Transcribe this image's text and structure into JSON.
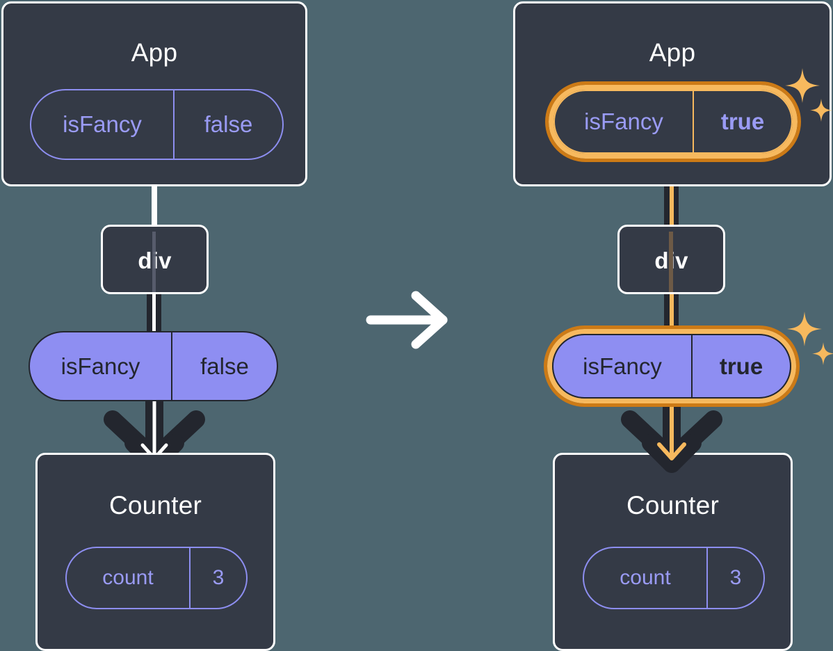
{
  "diagram": {
    "title_semantics": "react-state-propagation-before-after",
    "background_color": "#4d6670",
    "accent_orange": "#f7b95e",
    "accent_orange_dark": "#cc7a16",
    "state_purple": "#8e8ef2",
    "card_bg": "#343a46",
    "transition_arrow": "arrow-right-icon"
  },
  "left": {
    "app": {
      "title": "App",
      "state": {
        "key": "isFancy",
        "value": "false",
        "highlighted": false
      }
    },
    "div": {
      "label": "div"
    },
    "prop": {
      "key": "isFancy",
      "value": "false",
      "highlighted": false
    },
    "counter": {
      "title": "Counter",
      "state": {
        "key": "count",
        "value": "3",
        "highlighted": false
      }
    }
  },
  "right": {
    "app": {
      "title": "App",
      "state": {
        "key": "isFancy",
        "value": "true",
        "highlighted": true
      }
    },
    "div": {
      "label": "div"
    },
    "prop": {
      "key": "isFancy",
      "value": "true",
      "highlighted": true
    },
    "counter": {
      "title": "Counter",
      "state": {
        "key": "count",
        "value": "3",
        "highlighted": false
      }
    },
    "sparkles": [
      {
        "name": "sparkle-app-state"
      },
      {
        "name": "sparkle-prop"
      }
    ]
  }
}
